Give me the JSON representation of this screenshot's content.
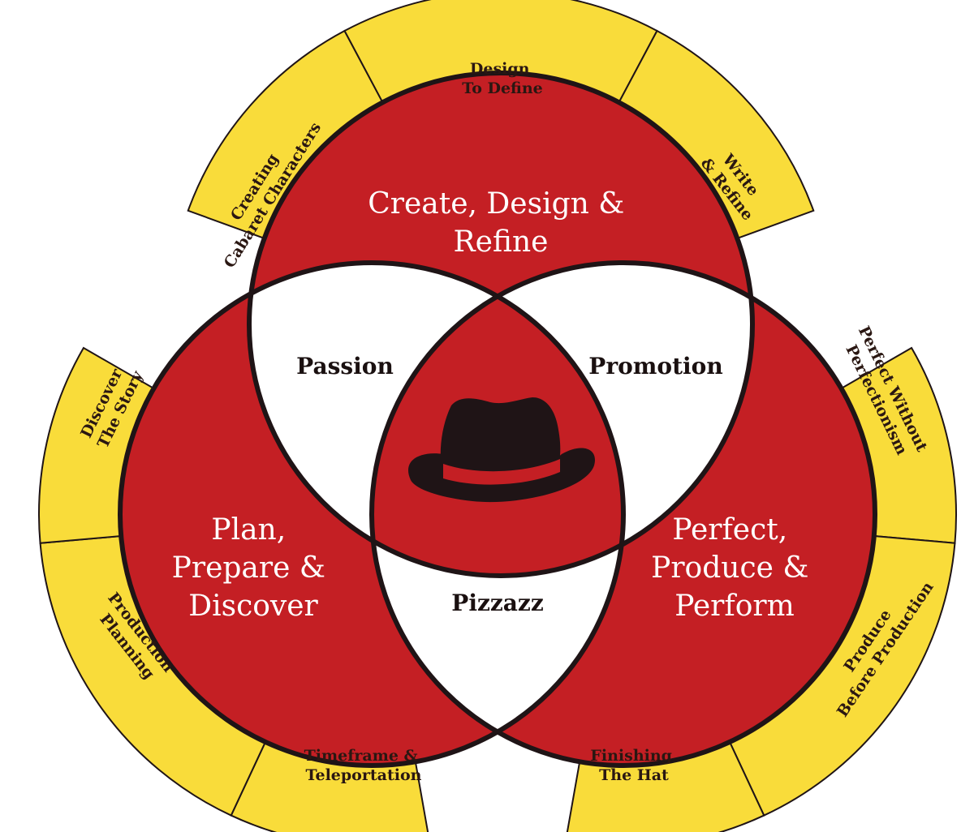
{
  "colors": {
    "outer_band": "#f9dc3a",
    "circle_fill": "#c41f24",
    "overlap_fill": "#ffffff",
    "outline": "#1f1416",
    "hat_crown": "#1f1416",
    "hat_band": "#c41f24"
  },
  "circles": [
    {
      "id": "top",
      "label": [
        "Create, Design &",
        "Refine"
      ]
    },
    {
      "id": "left",
      "label": [
        "Plan,",
        "Prepare &",
        "Discover"
      ]
    },
    {
      "id": "right",
      "label": [
        "Perfect,",
        "Produce &",
        "Perform"
      ]
    }
  ],
  "overlaps": {
    "top_left": "Passion",
    "top_right": "Promotion",
    "left_right": "Pizzazz"
  },
  "center_icon": "fedora-hat-icon",
  "outer_segments": [
    {
      "id": "creating-characters",
      "lines": [
        "Creating",
        "Cabaret Characters"
      ]
    },
    {
      "id": "design-to-define",
      "lines": [
        "Design",
        "To Define"
      ]
    },
    {
      "id": "write-refine",
      "lines": [
        "Write",
        "& Refine"
      ]
    },
    {
      "id": "perfect-without-perfectionism",
      "lines": [
        "Perfect Without",
        "Perfectionism"
      ]
    },
    {
      "id": "produce-before-production",
      "lines": [
        "Produce",
        "Before Production"
      ]
    },
    {
      "id": "finishing-the-hat",
      "lines": [
        "Finishing",
        "The Hat"
      ]
    },
    {
      "id": "timeframe-teleportation",
      "lines": [
        "Timeframe &",
        "Teleportation"
      ]
    },
    {
      "id": "production-planning",
      "lines": [
        "Production",
        "Planning"
      ]
    },
    {
      "id": "discover-the-story",
      "lines": [
        "Discover",
        "The Story"
      ]
    }
  ]
}
